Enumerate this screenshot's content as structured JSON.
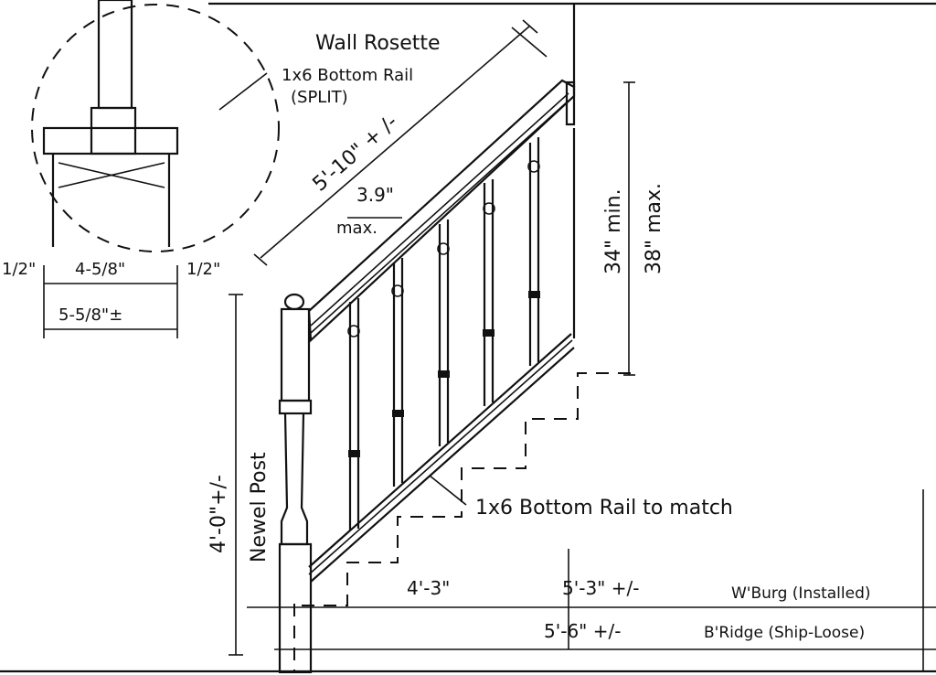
{
  "labels": {
    "wall_rosette": "Wall Rosette",
    "bottom_rail_split_1": "1x6 Bottom Rail",
    "bottom_rail_split_2": "(SPLIT)",
    "rail_length": "5'-10\" + /-",
    "baluster_spacing": "3.9\"",
    "baluster_spacing_max": "max.",
    "height_min": "34\" min.",
    "height_max": "38\" max.",
    "newel_height": "4'-0\"+/-",
    "newel_post": "Newel Post",
    "bottom_rail_match": "1x6 Bottom Rail to match",
    "run": "4'-3\"",
    "wburg_dim": "5'-3\" +/-",
    "wburg_label": "W'Burg (Installed)",
    "bridge_dim": "5'-6\" +/-",
    "bridge_label": "B'Ridge (Ship-Loose)",
    "detail_left": "1/2\"",
    "detail_mid": "4-5/8\"",
    "detail_right": "1/2\"",
    "detail_total": "5-5/8\"±"
  }
}
